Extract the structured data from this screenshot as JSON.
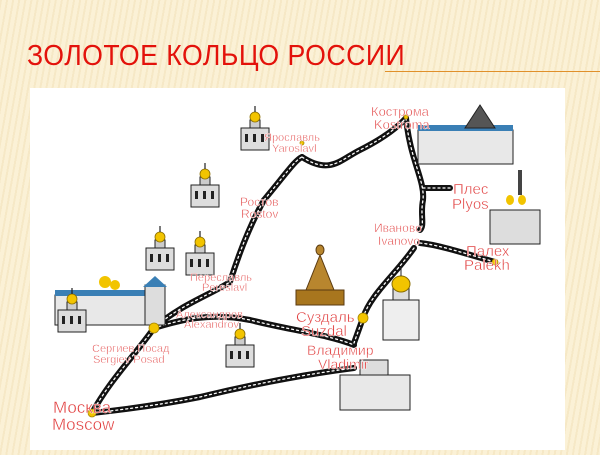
{
  "slide": {
    "title": "ЗОЛОТОЕ КОЛЬЦО РОССИИ"
  },
  "colors": {
    "title": "#e3120b",
    "label": "#e03a3a",
    "road": "#111111",
    "dome": "#f2c400",
    "roof_blue": "#3a7fb5"
  },
  "cities": [
    {
      "id": "moscow",
      "ru": "Москва",
      "en": "Moscow"
    },
    {
      "id": "sergiev-posad",
      "ru": "Сергиев Посад",
      "en": "Sergiev Posad"
    },
    {
      "id": "alexandrov",
      "ru": "Александров",
      "en": "Alexandrov"
    },
    {
      "id": "pereslavl",
      "ru": "Переславль",
      "en": "Pereslavl"
    },
    {
      "id": "rostov",
      "ru": "Ростов",
      "en": "Rostov"
    },
    {
      "id": "yaroslavl",
      "ru": "Ярославль",
      "en": "Yaroslavl"
    },
    {
      "id": "kostroma",
      "ru": "Кострома",
      "en": "Kostroma"
    },
    {
      "id": "plyos",
      "ru": "Плес",
      "en": "Plyos"
    },
    {
      "id": "ivanovo",
      "ru": "Иваново",
      "en": "Ivanovo"
    },
    {
      "id": "palekh",
      "ru": "Палех",
      "en": "Palekh"
    },
    {
      "id": "suzdal",
      "ru": "Суздаль",
      "en": "Suzdal"
    },
    {
      "id": "vladimir",
      "ru": "Владимир",
      "en": "Vladimir"
    }
  ]
}
